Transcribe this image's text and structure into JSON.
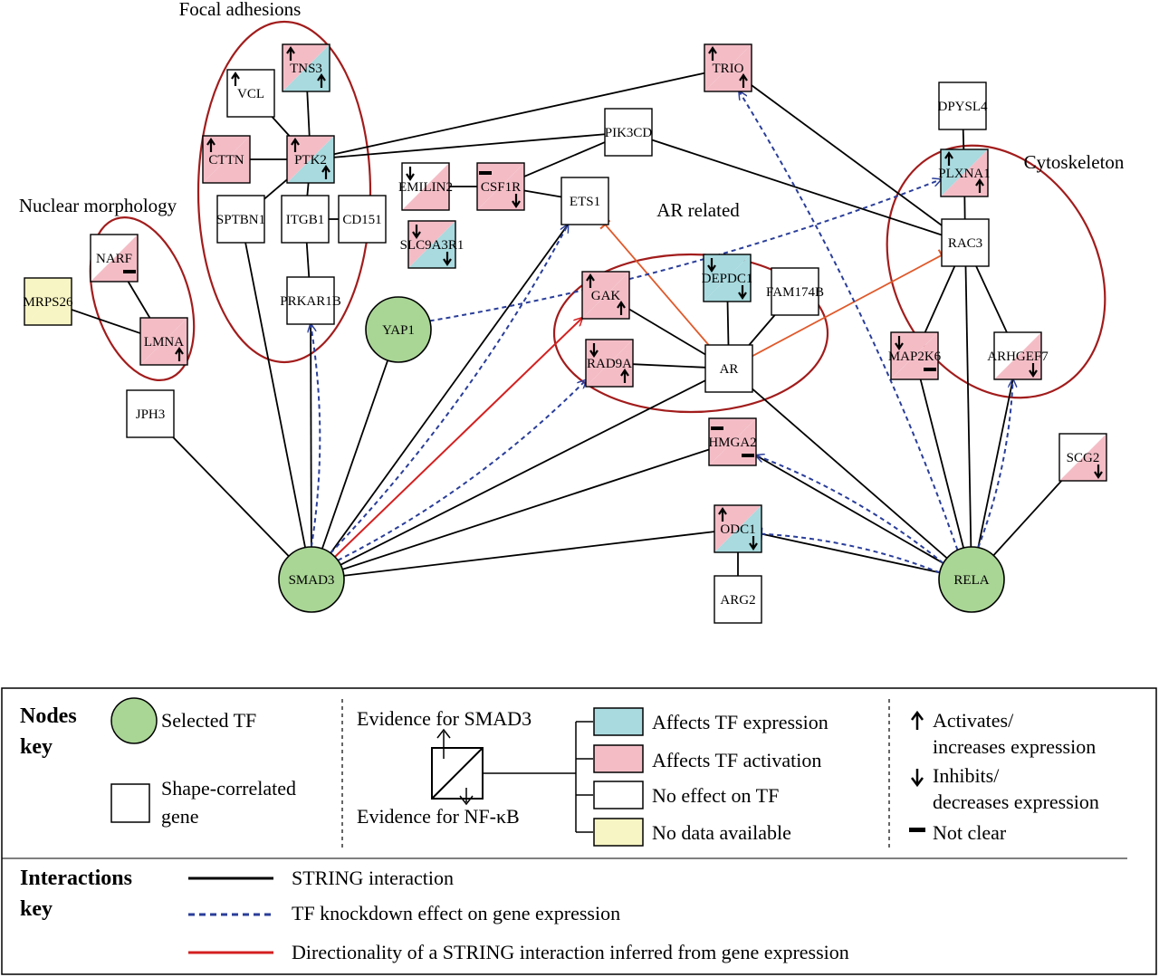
{
  "groups": [
    {
      "id": "focal",
      "label": "Focal adhesions"
    },
    {
      "id": "nuclear",
      "label": "Nuclear morphology"
    },
    {
      "id": "ar",
      "label": "AR related"
    },
    {
      "id": "cyto",
      "label": "Cytoskeleton"
    }
  ],
  "colors": {
    "tf_expression": "#a8dadf",
    "tf_activation": "#f4bdc6",
    "no_effect": "#ffffff",
    "no_data": "#f7f5c3",
    "selected_tf": "#a9d595",
    "string_edge": "#000000",
    "knockdown_edge": "#2a3e9a",
    "direction_edge": "#d42020",
    "group_outline": "#a21c1c",
    "inhibit_edge": "#e0592a"
  },
  "nodes": [
    {
      "id": "SMAD3",
      "label": "SMAD3",
      "type": "tf"
    },
    {
      "id": "RELA",
      "label": "RELA",
      "type": "tf"
    },
    {
      "id": "YAP1",
      "label": "YAP1",
      "type": "tf"
    },
    {
      "id": "TNS3",
      "label": "TNS3",
      "smad3": "activation",
      "nfkb": "expression",
      "mark_smad3": "up",
      "mark_nfkb": "up"
    },
    {
      "id": "VCL",
      "label": "VCL",
      "smad3": "none",
      "nfkb": "none",
      "mark_smad3": "up"
    },
    {
      "id": "CTTN",
      "label": "CTTN",
      "smad3": "activation",
      "nfkb": "activation",
      "mark_smad3": "up"
    },
    {
      "id": "PTK2",
      "label": "PTK2",
      "smad3": "activation",
      "nfkb": "expression",
      "mark_smad3": "up",
      "mark_nfkb": "up"
    },
    {
      "id": "SPTBN1",
      "label": "SPTBN1",
      "smad3": "none",
      "nfkb": "none"
    },
    {
      "id": "ITGB1",
      "label": "ITGB1",
      "smad3": "none",
      "nfkb": "none"
    },
    {
      "id": "CD151",
      "label": "CD151",
      "smad3": "none",
      "nfkb": "none"
    },
    {
      "id": "PRKAR1B",
      "label": "PRKAR1B",
      "smad3": "none",
      "nfkb": "none"
    },
    {
      "id": "NARF",
      "label": "NARF",
      "smad3": "none",
      "nfkb": "activation",
      "mark_nfkb": "unclear"
    },
    {
      "id": "LMNA",
      "label": "LMNA",
      "smad3": "activation",
      "nfkb": "activation",
      "mark_nfkb": "up"
    },
    {
      "id": "MRPS26",
      "label": "MRPS26",
      "smad3": "nodata",
      "nfkb": "nodata"
    },
    {
      "id": "JPH3",
      "label": "JPH3",
      "smad3": "none",
      "nfkb": "none"
    },
    {
      "id": "EMILIN2",
      "label": "EMILIN2",
      "smad3": "none",
      "nfkb": "activation",
      "mark_smad3": "down"
    },
    {
      "id": "CSF1R",
      "label": "CSF1R",
      "smad3": "activation",
      "nfkb": "activation",
      "mark_smad3": "unclear",
      "mark_nfkb": "down"
    },
    {
      "id": "PIK3CD",
      "label": "PIK3CD",
      "smad3": "none",
      "nfkb": "none"
    },
    {
      "id": "ETS1",
      "label": "ETS1",
      "smad3": "none",
      "nfkb": "none"
    },
    {
      "id": "SLC9A3R1",
      "label": "SLC9A3R1",
      "smad3": "activation",
      "nfkb": "expression",
      "mark_smad3": "down",
      "mark_nfkb": "down"
    },
    {
      "id": "TRIO",
      "label": "TRIO",
      "smad3": "activation",
      "nfkb": "activation",
      "mark_smad3": "up",
      "mark_nfkb": "up"
    },
    {
      "id": "GAK",
      "label": "GAK",
      "smad3": "activation",
      "nfkb": "activation",
      "mark_smad3": "up",
      "mark_nfkb": "up"
    },
    {
      "id": "RAD9A",
      "label": "RAD9A",
      "smad3": "activation",
      "nfkb": "activation",
      "mark_smad3": "down",
      "mark_nfkb": "up"
    },
    {
      "id": "DEPDC1",
      "label": "DEPDC1",
      "smad3": "expression",
      "nfkb": "expression",
      "mark_smad3": "down",
      "mark_nfkb": "down"
    },
    {
      "id": "FAM174B",
      "label": "FAM174B",
      "smad3": "none",
      "nfkb": "none"
    },
    {
      "id": "AR",
      "label": "AR",
      "smad3": "none",
      "nfkb": "none"
    },
    {
      "id": "HMGA2",
      "label": "HMGA2",
      "smad3": "activation",
      "nfkb": "activation",
      "mark_smad3": "unclear",
      "mark_nfkb": "unclear"
    },
    {
      "id": "ODC1",
      "label": "ODC1",
      "smad3": "activation",
      "nfkb": "expression",
      "mark_smad3": "up",
      "mark_nfkb": "down"
    },
    {
      "id": "ARG2",
      "label": "ARG2",
      "smad3": "none",
      "nfkb": "none"
    },
    {
      "id": "DPYSL4",
      "label": "DPYSL4",
      "smad3": "none",
      "nfkb": "none"
    },
    {
      "id": "PLXNA1",
      "label": "PLXNA1",
      "smad3": "expression",
      "nfkb": "activation",
      "mark_smad3": "up",
      "mark_nfkb": "up"
    },
    {
      "id": "RAC3",
      "label": "RAC3",
      "smad3": "none",
      "nfkb": "none"
    },
    {
      "id": "MAP2K6",
      "label": "MAP2K6",
      "smad3": "activation",
      "nfkb": "activation",
      "mark_smad3": "down",
      "mark_nfkb": "unclear"
    },
    {
      "id": "ARHGEF7",
      "label": "ARHGEF7",
      "smad3": "none",
      "nfkb": "activation",
      "mark_nfkb": "down"
    },
    {
      "id": "SCG2",
      "label": "SCG2",
      "smad3": "none",
      "nfkb": "activation",
      "mark_nfkb": "down"
    }
  ],
  "edges": [
    {
      "from": "TNS3",
      "to": "PTK2",
      "kind": "string"
    },
    {
      "from": "VCL",
      "to": "PTK2",
      "kind": "string"
    },
    {
      "from": "CTTN",
      "to": "PTK2",
      "kind": "string"
    },
    {
      "from": "PTK2",
      "to": "SPTBN1",
      "kind": "string"
    },
    {
      "from": "PTK2",
      "to": "ITGB1",
      "kind": "string"
    },
    {
      "from": "ITGB1",
      "to": "CD151",
      "kind": "string"
    },
    {
      "from": "ITGB1",
      "to": "PRKAR1B",
      "kind": "string"
    },
    {
      "from": "PTK2",
      "to": "PIK3CD",
      "kind": "string"
    },
    {
      "from": "PTK2",
      "to": "TRIO",
      "kind": "string"
    },
    {
      "from": "PIK3CD",
      "to": "RAC3",
      "kind": "string"
    },
    {
      "from": "PIK3CD",
      "to": "CSF1R",
      "kind": "string"
    },
    {
      "from": "CSF1R",
      "to": "EMILIN2",
      "kind": "string"
    },
    {
      "from": "CSF1R",
      "to": "ETS1",
      "kind": "string"
    },
    {
      "from": "NARF",
      "to": "LMNA",
      "kind": "string"
    },
    {
      "from": "MRPS26",
      "to": "LMNA",
      "kind": "string"
    },
    {
      "from": "SMAD3",
      "to": "JPH3",
      "kind": "string"
    },
    {
      "from": "SMAD3",
      "to": "SPTBN1",
      "kind": "string"
    },
    {
      "from": "SMAD3",
      "to": "PRKAR1B",
      "kind": "string"
    },
    {
      "from": "SMAD3",
      "to": "YAP1",
      "kind": "string"
    },
    {
      "from": "SMAD3",
      "to": "ETS1",
      "kind": "string"
    },
    {
      "from": "SMAD3",
      "to": "AR",
      "kind": "string"
    },
    {
      "from": "SMAD3",
      "to": "HMGA2",
      "kind": "string"
    },
    {
      "from": "SMAD3",
      "to": "ODC1",
      "kind": "string"
    },
    {
      "from": "GAK",
      "to": "AR",
      "kind": "string"
    },
    {
      "from": "RAD9A",
      "to": "AR",
      "kind": "string"
    },
    {
      "from": "DEPDC1",
      "to": "AR",
      "kind": "string"
    },
    {
      "from": "FAM174B",
      "to": "AR",
      "kind": "string"
    },
    {
      "from": "AR",
      "to": "RELA",
      "kind": "string"
    },
    {
      "from": "ODC1",
      "to": "ARG2",
      "kind": "string"
    },
    {
      "from": "HMGA2",
      "to": "RELA",
      "kind": "string"
    },
    {
      "from": "ODC1",
      "to": "RELA",
      "kind": "string"
    },
    {
      "from": "TRIO",
      "to": "RAC3",
      "kind": "string"
    },
    {
      "from": "DPYSL4",
      "to": "PLXNA1",
      "kind": "string"
    },
    {
      "from": "PLXNA1",
      "to": "RAC3",
      "kind": "string"
    },
    {
      "from": "RAC3",
      "to": "MAP2K6",
      "kind": "string"
    },
    {
      "from": "RAC3",
      "to": "ARHGEF7",
      "kind": "string"
    },
    {
      "from": "RELA",
      "to": "MAP2K6",
      "kind": "string"
    },
    {
      "from": "RELA",
      "to": "ARHGEF7",
      "kind": "string"
    },
    {
      "from": "RELA",
      "to": "SCG2",
      "kind": "string"
    },
    {
      "from": "RELA",
      "to": "RAC3",
      "kind": "string"
    },
    {
      "from": "SMAD3",
      "to": "GAK",
      "kind": "direction"
    },
    {
      "from": "AR",
      "to": "ETS1",
      "kind": "inhibit"
    },
    {
      "from": "AR",
      "to": "RAC3",
      "kind": "inhibit"
    },
    {
      "from": "SMAD3",
      "to": "PRKAR1B",
      "kind": "knockdown"
    },
    {
      "from": "SMAD3",
      "to": "ETS1",
      "kind": "knockdown"
    },
    {
      "from": "SMAD3",
      "to": "RAD9A",
      "kind": "knockdown"
    },
    {
      "from": "YAP1",
      "to": "PLXNA1",
      "kind": "knockdown"
    },
    {
      "from": "RELA",
      "to": "TRIO",
      "kind": "knockdown"
    },
    {
      "from": "RELA",
      "to": "HMGA2",
      "kind": "knockdown"
    },
    {
      "from": "RELA",
      "to": "ODC1",
      "kind": "knockdown"
    },
    {
      "from": "RELA",
      "to": "ARHGEF7",
      "kind": "knockdown"
    }
  ],
  "legend": {
    "nodes_key_line1": "Nodes",
    "nodes_key_line2": "key",
    "selected_tf": "Selected TF",
    "shape_gene_line1": "Shape-correlated",
    "shape_gene_line2": "gene",
    "evidence_smad3": "Evidence for SMAD3",
    "evidence_nfkb": "Evidence for NF-κB",
    "affects_expression": "Affects TF expression",
    "affects_activation": "Affects TF activation",
    "no_effect": "No effect on TF",
    "no_data": "No data available",
    "activates_line1": "Activates/",
    "activates_line2": "increases expression",
    "inhibits_line1": "Inhibits/",
    "inhibits_line2": "decreases expression",
    "not_clear": "Not clear",
    "interactions_key_line1": "Interactions",
    "interactions_key_line2": "key",
    "string_interaction": "STRING interaction",
    "tf_knockdown": "TF knockdown effect on gene expression",
    "directionality": "Directionality of a STRING interaction inferred from gene expression"
  }
}
